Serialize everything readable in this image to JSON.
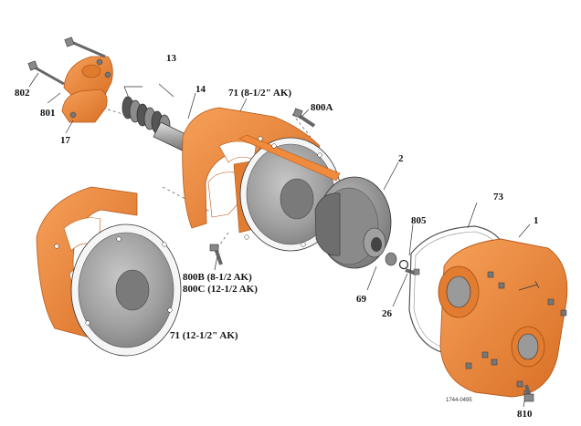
{
  "labels": {
    "l802": "802",
    "l801": "801",
    "l17": "17",
    "l13": "13",
    "l14": "14",
    "l71a": "71 (8-1/2\" AK)",
    "l800a": "800A",
    "l2": "2",
    "l73": "73",
    "l1": "1",
    "l805": "805",
    "l69": "69",
    "l26": "26",
    "l800b": "800B (8-1/2 AK)",
    "l800c": "800C (12-1/2 AK)",
    "l71b": "71 (12-1/2\" AK)",
    "l810": "810",
    "drawing_no": "1744-0495"
  },
  "colors": {
    "orange": "#f08a3c",
    "orange_dark": "#c8621e",
    "gray": "#9a9a9a",
    "gray_dark": "#555555",
    "line": "#333333"
  }
}
